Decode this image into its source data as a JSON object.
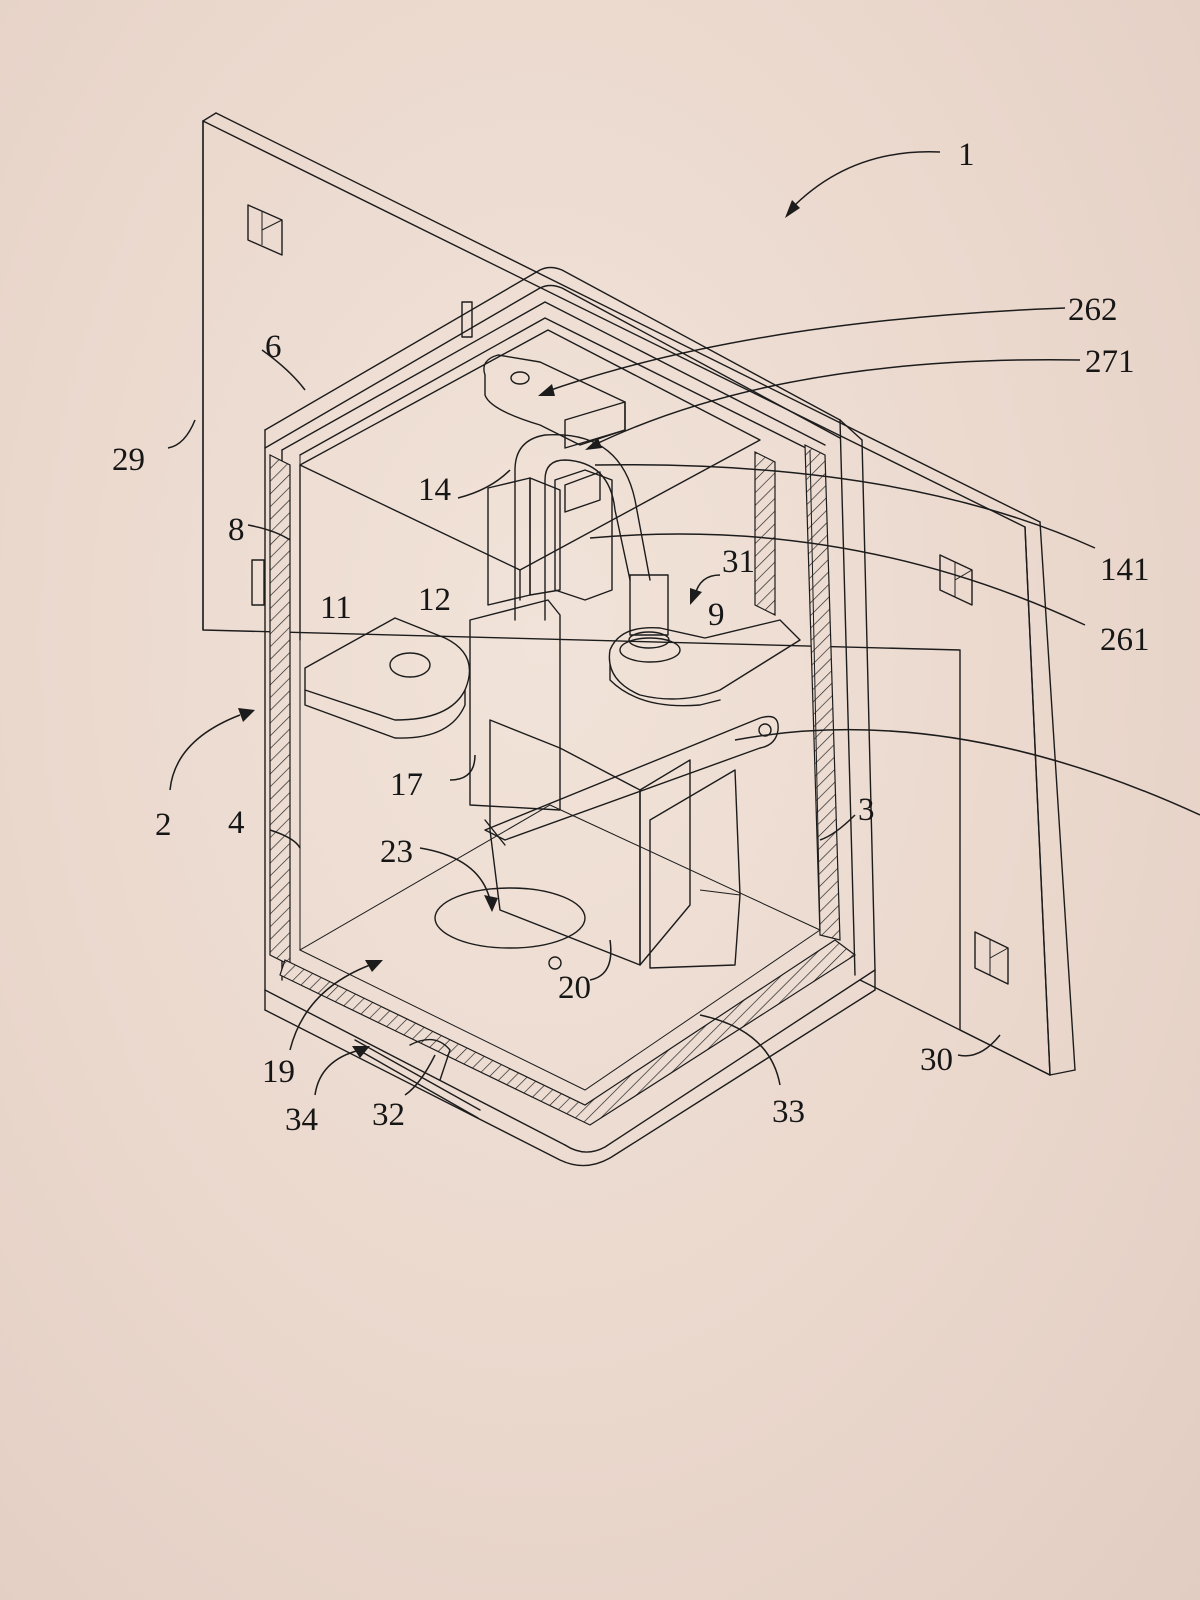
{
  "figure": {
    "colors": {
      "ink": "#1c1c1c",
      "paper": "#ecdcd2"
    },
    "labels": [
      {
        "id": "1",
        "text": "1"
      },
      {
        "id": "262",
        "text": "262"
      },
      {
        "id": "271",
        "text": "271"
      },
      {
        "id": "6",
        "text": "6"
      },
      {
        "id": "29",
        "text": "29"
      },
      {
        "id": "14",
        "text": "14"
      },
      {
        "id": "141",
        "text": "141"
      },
      {
        "id": "8",
        "text": "8"
      },
      {
        "id": "261",
        "text": "261"
      },
      {
        "id": "31",
        "text": "31"
      },
      {
        "id": "11",
        "text": "11"
      },
      {
        "id": "12",
        "text": "12"
      },
      {
        "id": "9",
        "text": "9"
      },
      {
        "id": "17",
        "text": "17"
      },
      {
        "id": "2",
        "text": "2"
      },
      {
        "id": "4",
        "text": "4"
      },
      {
        "id": "3",
        "text": "3"
      },
      {
        "id": "23",
        "text": "23"
      },
      {
        "id": "20",
        "text": "20"
      },
      {
        "id": "19",
        "text": "19"
      },
      {
        "id": "30",
        "text": "30"
      },
      {
        "id": "33",
        "text": "33"
      },
      {
        "id": "34",
        "text": "34"
      },
      {
        "id": "32",
        "text": "32"
      }
    ]
  }
}
